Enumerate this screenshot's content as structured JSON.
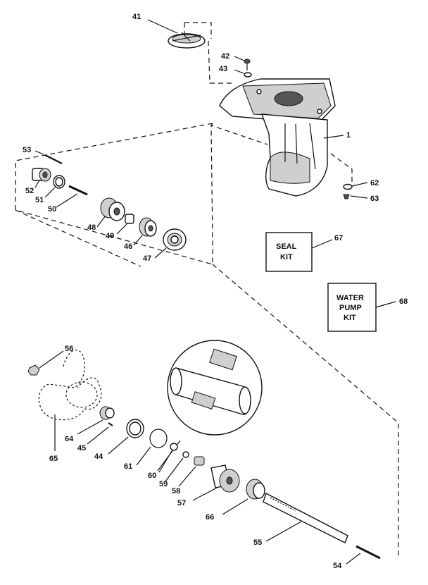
{
  "callouts": {
    "c41": "41",
    "c42": "42",
    "c43": "43",
    "c1": "1",
    "c53a": "53",
    "c52": "52",
    "c51": "51",
    "c50": "50",
    "c48": "48",
    "c49": "49",
    "c46": "46",
    "c47": "47",
    "c62": "62",
    "c63": "63",
    "c67": "67",
    "c68": "68",
    "c56": "56",
    "c64": "64",
    "c45": "45",
    "c44": "44",
    "c61": "61",
    "c60": "60",
    "c59": "59",
    "c58": "58",
    "c57": "57",
    "c66": "66",
    "c55": "55",
    "c54": "54",
    "c65": "65"
  },
  "kits": {
    "seal": {
      "line1": "SEAL",
      "line2": "KIT"
    },
    "water_pump": {
      "line1": "WATER",
      "line2": "PUMP",
      "line3": "KIT"
    }
  }
}
